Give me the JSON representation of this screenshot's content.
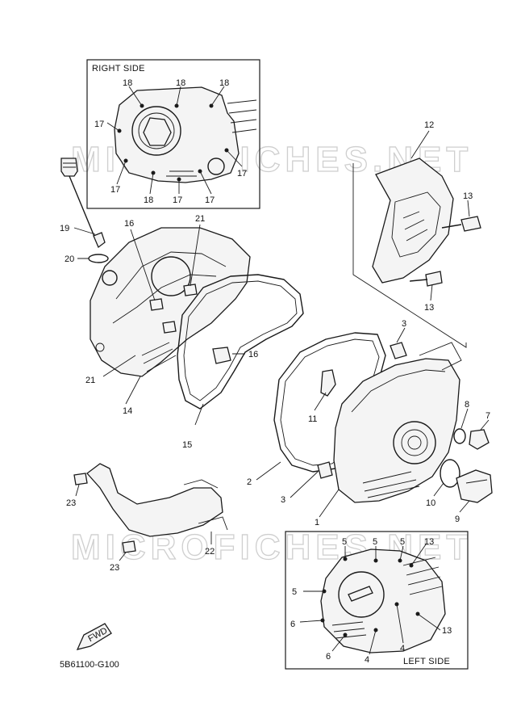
{
  "insets": {
    "right_side": "RIGHT SIDE",
    "left_side": "LEFT SIDE"
  },
  "watermark": "MICROFICHES.NET",
  "fwd_label": "FWD",
  "diagram_code": "5B61100-G100",
  "callouts": {
    "n1": "1",
    "n2": "2",
    "n3a": "3",
    "n3b": "3",
    "n4a": "4",
    "n4b": "4",
    "n5a": "5",
    "n5b": "5",
    "n5c": "5",
    "n5d": "5",
    "n6a": "6",
    "n6b": "6",
    "n7": "7",
    "n8": "8",
    "n9": "9",
    "n10": "10",
    "n11": "11",
    "n12": "12",
    "n13a": "13",
    "n13b": "13",
    "n13c": "13",
    "n13d": "13",
    "n14": "14",
    "n15": "15",
    "n16a": "16",
    "n16b": "16",
    "n17a": "17",
    "n17b": "17",
    "n17c": "17",
    "n17d": "17",
    "n17e": "17",
    "n18a": "18",
    "n18b": "18",
    "n18c": "18",
    "n18d": "18",
    "n19": "19",
    "n20": "20",
    "n21a": "21",
    "n21b": "21",
    "n22": "22",
    "n23a": "23",
    "n23b": "23"
  }
}
